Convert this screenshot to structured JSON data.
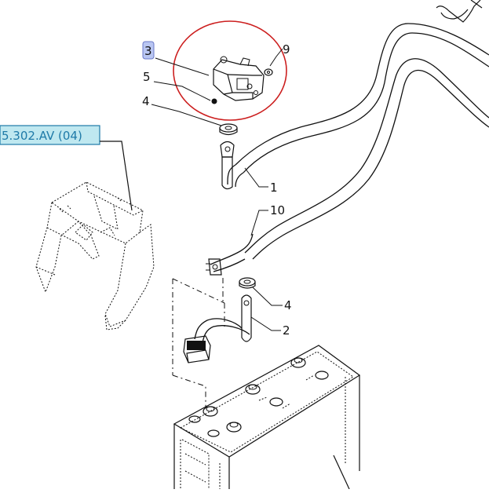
{
  "reference": {
    "label": "5.302.AV (04)"
  },
  "callouts": {
    "c3": "3",
    "c9": "9",
    "c5": "5",
    "c4a": "4",
    "c1": "1",
    "c10": "10",
    "c4b": "4",
    "c2": "2"
  },
  "colors": {
    "highlight_circle": "#cc1f1f",
    "reference_box": "#bfe8f0",
    "selected_callout": "#b9c6f2"
  }
}
